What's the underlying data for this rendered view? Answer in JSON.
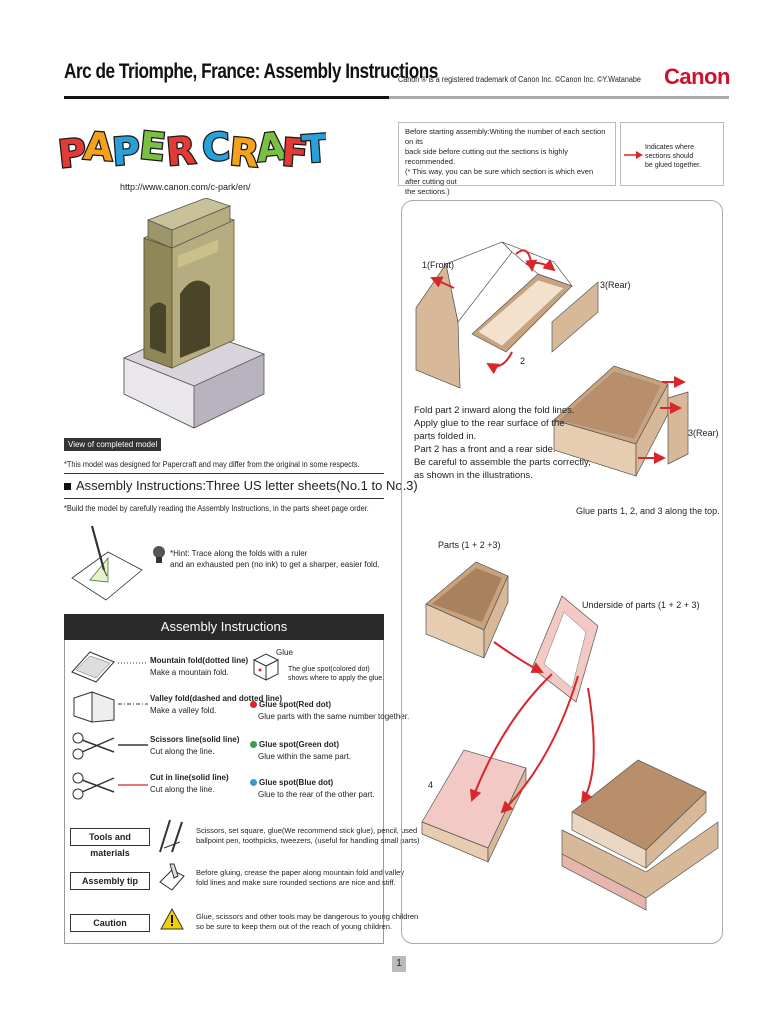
{
  "header": {
    "title": "Arc de Triomphe, France: Assembly Instructions",
    "copyright": "Canon ® is a registered trademark of Canon Inc. ©Canon Inc. ©Y.Watanabe",
    "brand": "Canon"
  },
  "logo": {
    "letters": [
      "P",
      "A",
      "P",
      "E",
      "R",
      "C",
      "R",
      "A",
      "F",
      "T"
    ]
  },
  "site_url": "http://www.canon.com/c-park/en/",
  "model": {
    "caption": "View of completed model",
    "disclaimer": "*This model was designed for Papercraft and may differ from the original in some respects."
  },
  "sheets": {
    "heading": "Assembly Instructions:Three US letter sheets(No.1 to No.3)",
    "note": "*Build the model by carefully reading the Assembly Instructions, in the parts sheet page order."
  },
  "hint": {
    "line1": "*Hint: Trace along the folds with a ruler",
    "line2": "and an exhausted pen (no ink) to get a sharper, easier fold."
  },
  "panel": {
    "title": "Assembly Instructions",
    "symbols": [
      {
        "title": "Mountain fold(dotted line)",
        "desc": "Make a mountain fold."
      },
      {
        "title": "Valley fold(dashed and dotted line)",
        "desc": "Make a valley fold."
      },
      {
        "title": "Scissors line(solid line)",
        "desc": "Cut along the line."
      },
      {
        "title": "Cut in line(solid line)",
        "desc": "Cut along the line."
      }
    ],
    "glue": {
      "label": "Glue",
      "desc1": "The glue spot(colored dot)",
      "desc2": "shows where to apply the glue.",
      "spots": [
        {
          "title": "Glue spot(Red dot)",
          "desc": "Glue parts with the same number together.",
          "color": "#d9262b"
        },
        {
          "title": "Glue spot(Green dot)",
          "desc": "Glue within the same part.",
          "color": "#3aa14a"
        },
        {
          "title": "Glue spot(Blue dot)",
          "desc": "Glue to the rear of the other part.",
          "color": "#3a9ad6"
        }
      ]
    },
    "tools": {
      "label": "Tools and materials",
      "line1": "Scissors, set square, glue(We recommend stick glue), pencil, used",
      "line2": "ballpoint pen, toothpicks, tweezers, (useful for handling small parts)"
    },
    "tip": {
      "label": "Assembly tip",
      "line1": "Before gluing, crease the paper along mountain fold and valley",
      "line2": "fold lines and make sure rounded sections are nice and stiff."
    },
    "caution": {
      "label": "Caution",
      "line1": "Glue, scissors and other tools may be dangerous to young children",
      "line2": "so be sure to keep them out of the reach of young children."
    }
  },
  "notes": {
    "before_1": "Before starting assembly:Writing the number of each section on its",
    "before_2": "back side before cutting out the sections is highly recommended.",
    "before_3": "(* This way, you can be sure which section is which even after cutting out",
    "before_4": "the sections.)",
    "legend_1": "Indicates where sections should",
    "legend_2": "be glued together.",
    "accent_color": "#d9262b"
  },
  "diagram": {
    "label_front": "1(Front)",
    "label_rear": "3(Rear)",
    "label_two": "2",
    "label_rear2": "3(Rear)",
    "step_lines": [
      "Fold part 2 inward along the fold lines.",
      "Apply glue to the rear surface of the",
      "parts folded in.",
      "Part 2 has a front and a rear side.",
      "Be careful to assemble the parts correctly,",
      "as shown in the illustrations."
    ],
    "glue_top": "Glue parts 1, 2, and 3 along the top.",
    "parts_label": "Parts (1 + 2 +3)",
    "underside_label": "Underside of parts (1 + 2 + 3)",
    "label_four": "4"
  },
  "page_number": "1"
}
